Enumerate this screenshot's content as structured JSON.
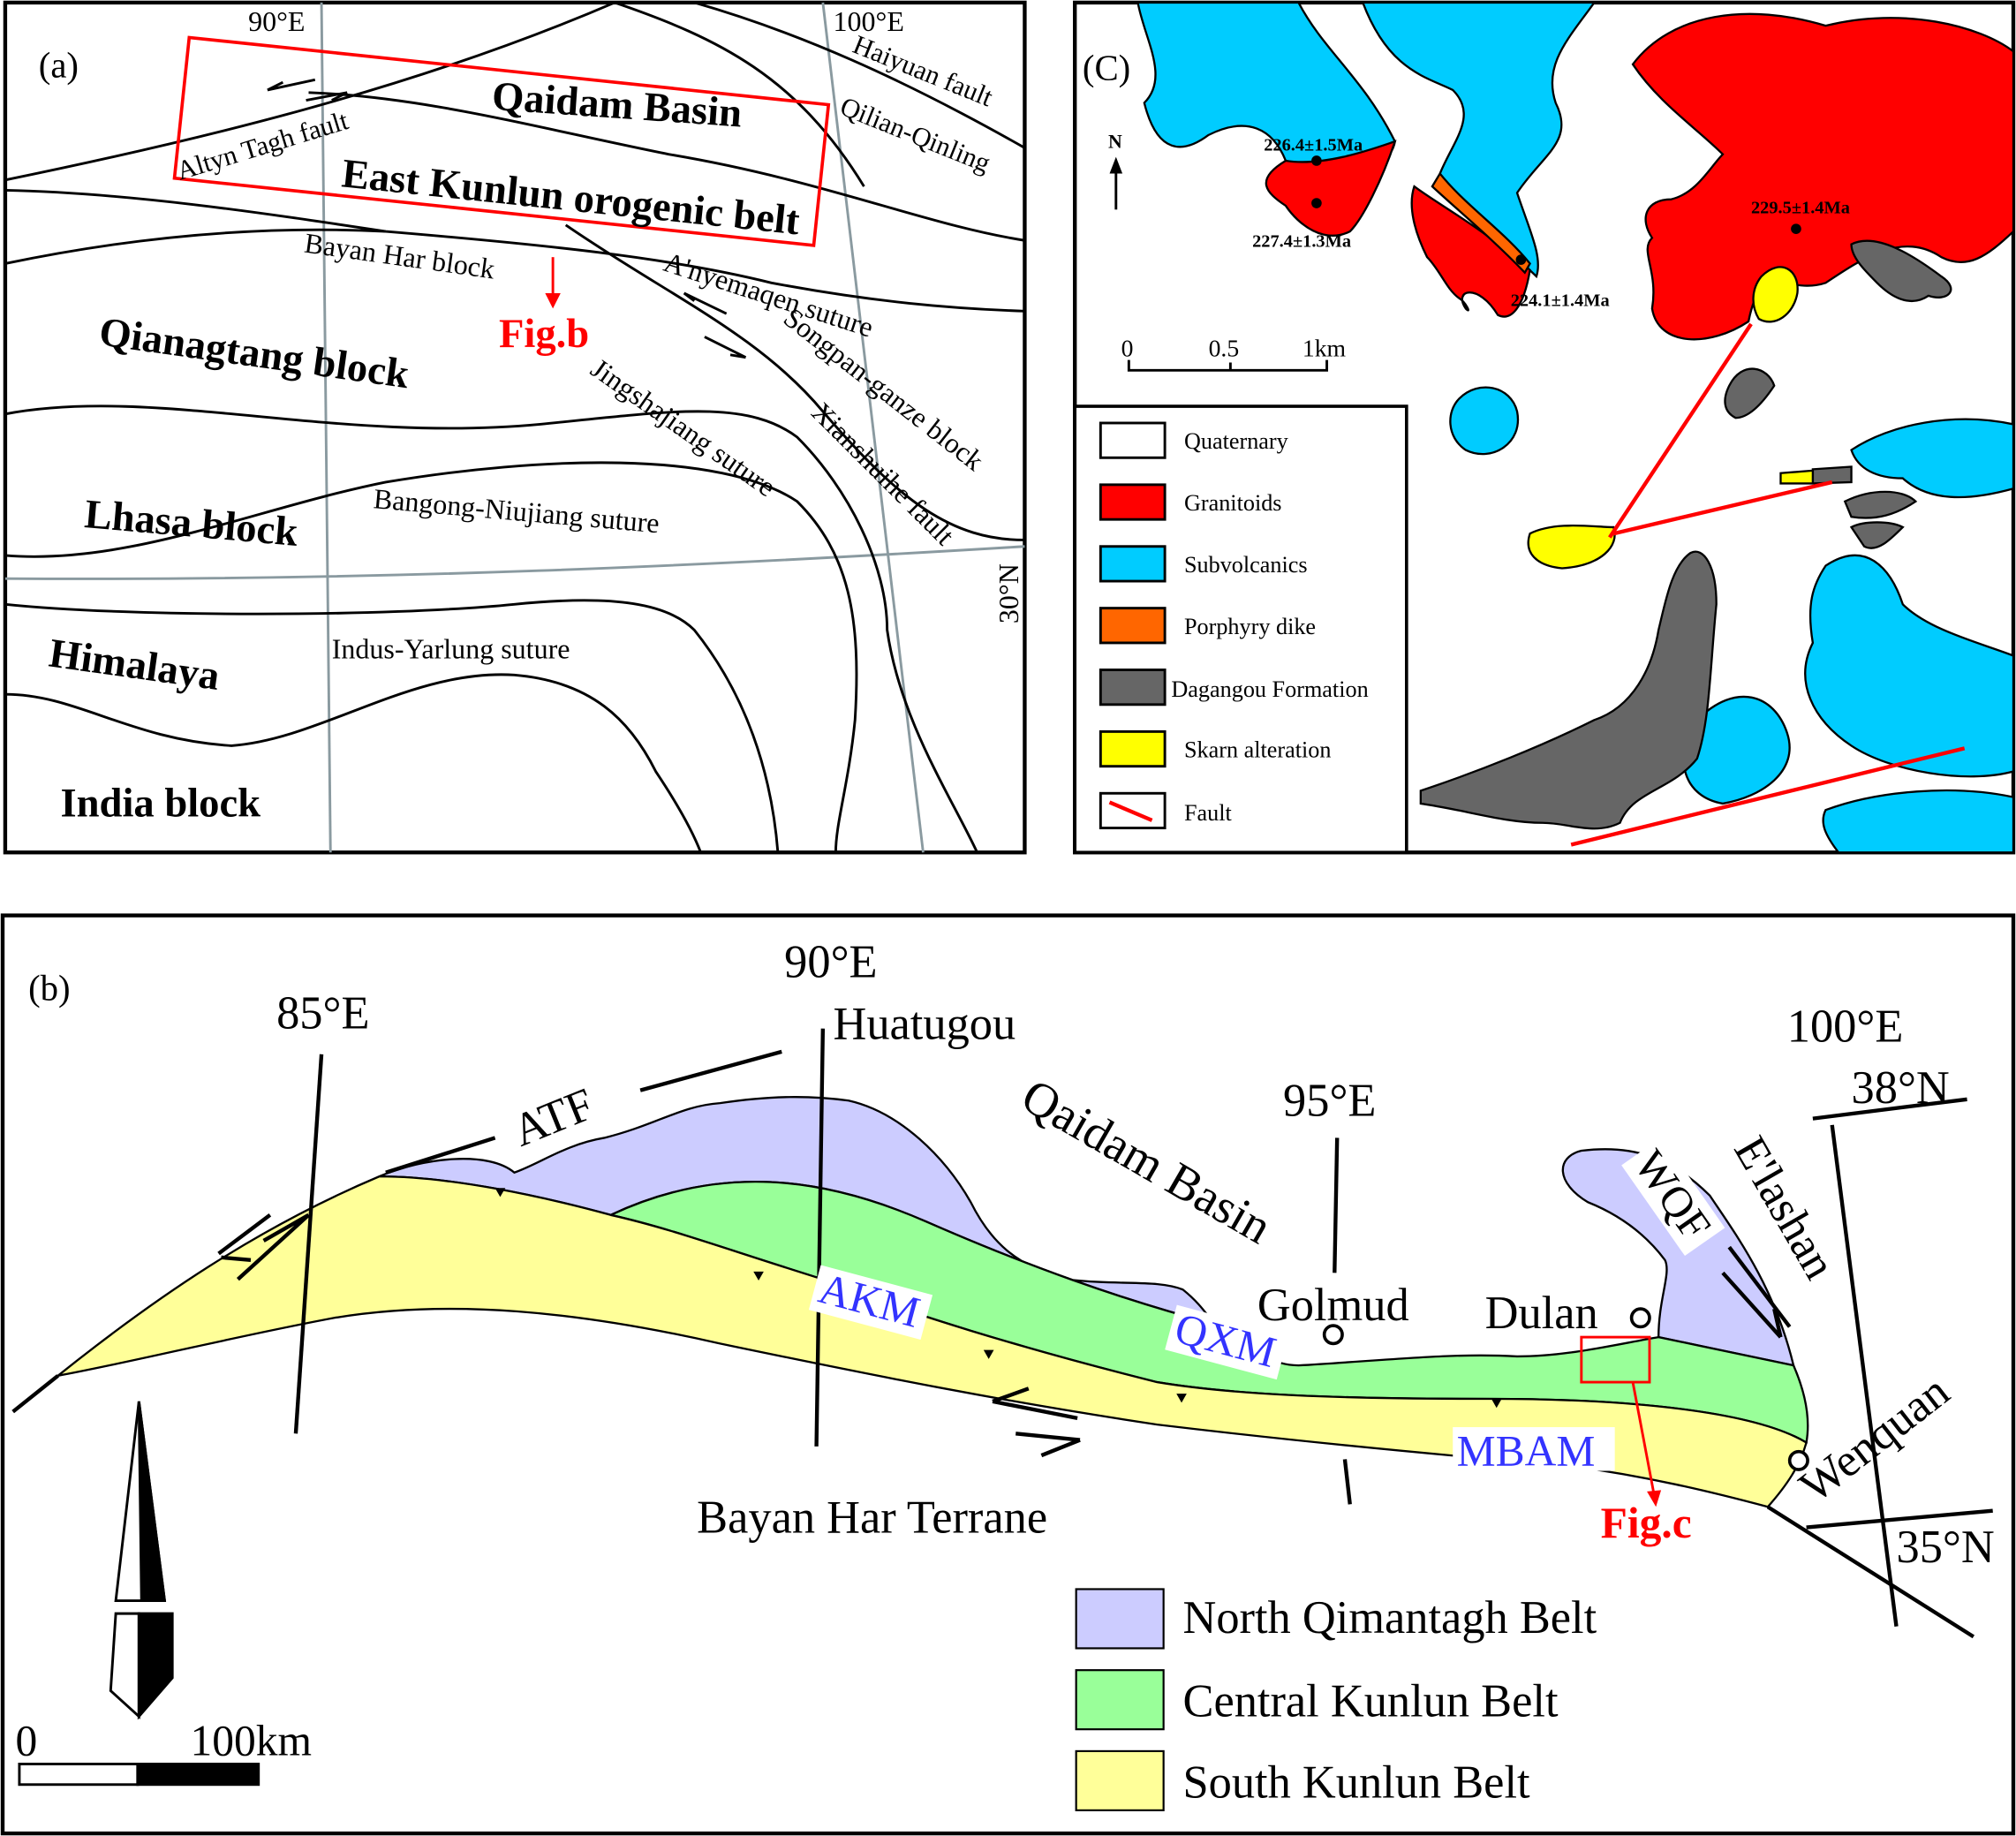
{
  "panel_a": {
    "label": "(a)",
    "lon_90": "90°E",
    "lon_100": "100°E",
    "lat_30": "30°N",
    "places": {
      "qaidam": "Qaidam Basin",
      "east_kunlun": "East Kunlun orogenic belt",
      "qiangtang": "Qianagtang block",
      "lhasa": "Lhasa block",
      "himalaya": "Himalaya",
      "india": "India block"
    },
    "structures": {
      "altyn": "Altyn Tagh fault",
      "haiyuan": "Haiyuan fault",
      "qilian": "Qilian-Qinling",
      "bayan_har": "Bayan Har block",
      "anyemaqen": "A'nyemaqen suture",
      "songpan": "Songpan-ganze block",
      "jingsha": "Jingshajiang suture",
      "xianshuihe": "Xianshuihe fault",
      "bangong": "Bangong-Niujiang suture",
      "indus": "Indus-Yarlung suture"
    },
    "fig_ref": "Fig.b"
  },
  "panel_c": {
    "label": "(C)",
    "north": "N",
    "ages": [
      "226.4±1.5Ma",
      "227.4±1.3Ma",
      "224.1±1.4Ma",
      "229.5±1.4Ma"
    ],
    "scale": [
      "0",
      "0.5",
      "1km"
    ],
    "legend": [
      {
        "label": "Quaternary",
        "color": "#ffffff"
      },
      {
        "label": "Granitoids",
        "color": "#ff0000"
      },
      {
        "label": "Subvolcanics",
        "color": "#00ccff"
      },
      {
        "label": "Porphyry dike",
        "color": "#ff6600"
      },
      {
        "label": "Dagangou Formation",
        "color": "#666666"
      },
      {
        "label": "Skarn alteration",
        "color": "#ffff00"
      },
      {
        "label": "Fault",
        "color": "#ff0000"
      }
    ]
  },
  "panel_b": {
    "label": "(b)",
    "lon_85": "85°E",
    "lon_90": "90°E",
    "lon_95": "95°E",
    "lon_100": "100°E",
    "lat_38": "38°N",
    "lat_35": "35°N",
    "places": {
      "huatugou": "Huatugou",
      "qaidam": "Qaidam Basin",
      "golmud": "Golmud",
      "dulan": "Dulan",
      "elashan": "E'lashan",
      "wenquan": "Wenquan",
      "bayan_har": "Bayan Har Terrane"
    },
    "faults": {
      "atf": "ATF",
      "wqf": "WQF"
    },
    "belt_labels": {
      "akm": "AKM",
      "qxm": "QXM",
      "mbam": "MBAM"
    },
    "fig_ref": "Fig.c",
    "scale": [
      "0",
      "100km"
    ],
    "legend": [
      {
        "label": "North Qimantagh Belt",
        "color": "#ccccff"
      },
      {
        "label": "Central Kunlun Belt",
        "color": "#99ff99"
      },
      {
        "label": "South Kunlun Belt",
        "color": "#ffff99"
      }
    ]
  }
}
